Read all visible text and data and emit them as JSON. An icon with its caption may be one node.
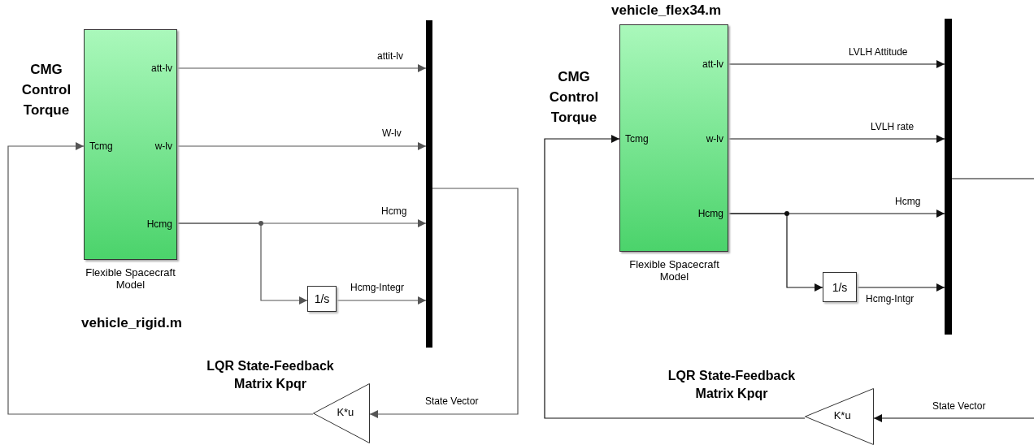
{
  "diagram": {
    "nodes": [
      {
        "text": [
          "Tcmg",
          "att-lv",
          "w-lv",
          "Hcmg"
        ],
        "beside": [
          "Flexible Spacecraft Model",
          "vehicle_rigid.m"
        ]
      },
      {
        "text": [],
        "shape": "bar"
      },
      {
        "text": [
          "1/s"
        ]
      },
      {
        "text": [
          "K*u"
        ],
        "beside": [
          "LQR State-Feedback Matrix Kpqr"
        ]
      },
      {
        "text": [
          "Tcmg",
          "att-lv",
          "w-lv",
          "Hcmg"
        ],
        "beside": [
          "vehicle_flex34.m",
          "Flexible Spacecraft Model"
        ]
      },
      {
        "text": [],
        "shape": "bar"
      },
      {
        "text": [
          "1/s"
        ]
      },
      {
        "text": [
          "K*u"
        ],
        "beside": [
          "LQR State-Feedback Matrix Kpqr"
        ]
      }
    ],
    "edges": [
      {
        "from": 0,
        "to": 1,
        "arrow": "to",
        "label": "attit-lv"
      },
      {
        "from": 0,
        "to": 1,
        "arrow": "to",
        "label": "W-lv"
      },
      {
        "from": 0,
        "to": 1,
        "arrow": "to",
        "label": "Hcmg"
      },
      {
        "from": 0,
        "to": 2,
        "arrow": "to"
      },
      {
        "from": 2,
        "to": 1,
        "arrow": "to",
        "label": "Hcmg-Integr"
      },
      {
        "from": 1,
        "to": 3,
        "arrow": "to",
        "label": "State Vector"
      },
      {
        "from": 3,
        "to": 0,
        "arrow": "to"
      },
      {
        "from": 4,
        "to": 5,
        "arrow": "to",
        "label": "LVLH Attitude"
      },
      {
        "from": 4,
        "to": 5,
        "arrow": "to",
        "label": "LVLH rate"
      },
      {
        "from": 4,
        "to": 5,
        "arrow": "to",
        "label": "Hcmg"
      },
      {
        "from": 4,
        "to": 6,
        "arrow": "to"
      },
      {
        "from": 6,
        "to": 5,
        "arrow": "to",
        "label": "Hcmg-Intgr"
      },
      {
        "from": 5,
        "to": null,
        "arrow": "none"
      },
      {
        "from": null,
        "to": 7,
        "arrow": "to",
        "label": "State Vector"
      },
      {
        "from": 7,
        "to": 4,
        "arrow": "to"
      }
    ],
    "labels": [
      "CMG Control Torque",
      "CMG Control Torque"
    ]
  }
}
